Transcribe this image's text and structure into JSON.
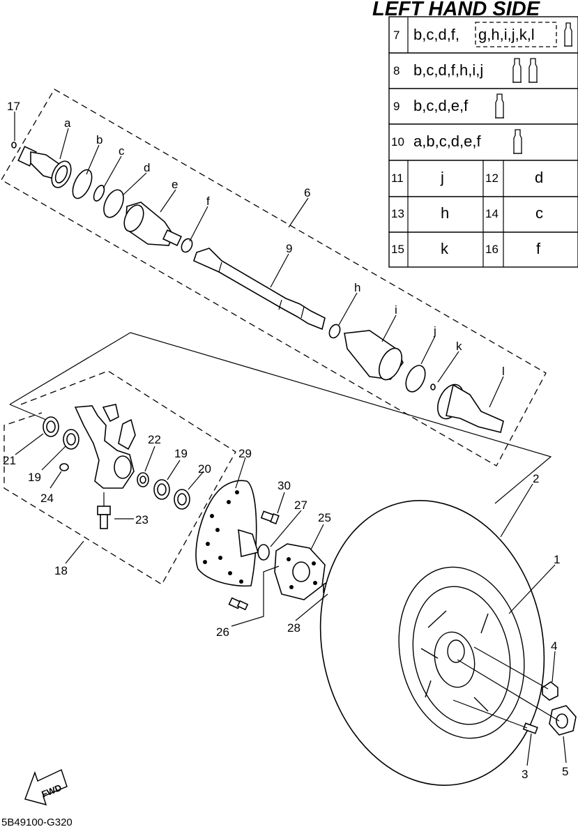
{
  "title": "LEFT HAND SIDE",
  "drawing_code": "5B49100-G320",
  "fwd_label": "FWD",
  "kit_table": [
    {
      "number": "7",
      "parts": "b,c,d,f,",
      "dashed_parts": "g,h,i,j,k,l",
      "tubes": 1
    },
    {
      "number": "8",
      "parts": "b,c,d,f,h,i,j",
      "tubes": 2
    },
    {
      "number": "9",
      "parts": "b,c,d,e,f",
      "tubes": 1
    },
    {
      "number": "10",
      "parts": "a,b,c,d,e,f",
      "tubes": 1
    }
  ],
  "pair_table": [
    {
      "left_number": "11",
      "left_part": "j",
      "right_number": "12",
      "right_part": "d"
    },
    {
      "left_number": "13",
      "left_part": "h",
      "right_number": "14",
      "right_part": "c"
    },
    {
      "left_number": "15",
      "left_part": "k",
      "right_number": "16",
      "right_part": "f"
    }
  ],
  "callouts": {
    "n1": "1",
    "n2": "2",
    "n3": "3",
    "n4": "4",
    "n5": "5",
    "n6": "6",
    "n9": "9",
    "n17": "17",
    "n18": "18",
    "n19a": "19",
    "n19b": "19",
    "n20": "20",
    "n21": "21",
    "n22": "22",
    "n23": "23",
    "n24": "24",
    "n25": "25",
    "n26": "26",
    "n27": "27",
    "n28": "28",
    "n29": "29",
    "n30": "30",
    "a": "a",
    "b": "b",
    "c": "c",
    "d": "d",
    "e": "e",
    "f": "f",
    "h": "h",
    "i": "i",
    "j": "j",
    "k": "k",
    "l": "l"
  }
}
